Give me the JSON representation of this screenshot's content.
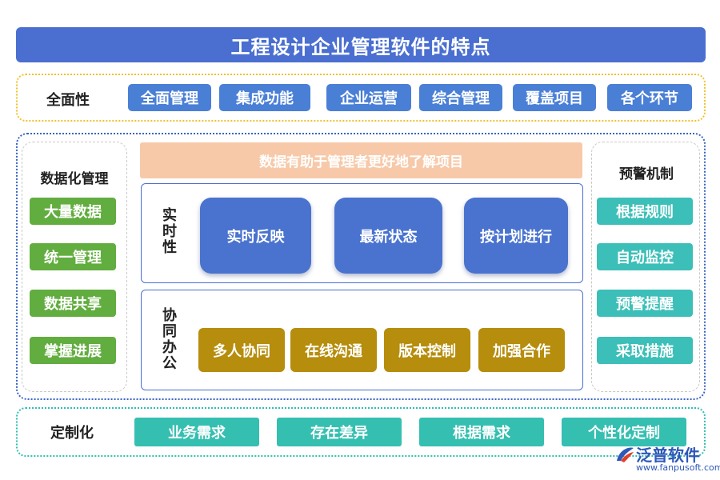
{
  "title": "工程设计企业管理软件的特点",
  "comprehensive": {
    "label": "全面性",
    "items": [
      "全面管理",
      "集成功能",
      "企业运营",
      "综合管理",
      "覆盖项目",
      "各个环节"
    ]
  },
  "digital": {
    "title": "数据化管理",
    "items": [
      "大量数据",
      "统一管理",
      "数据共享",
      "掌握进展"
    ]
  },
  "center": {
    "banner": "数据有助于管理者更好地了解项目",
    "realtime": {
      "label": [
        "实",
        "时",
        "性"
      ],
      "items": [
        "实时反映",
        "最新状态",
        "按计划进行"
      ]
    },
    "collab": {
      "label": [
        "协",
        "同",
        "办",
        "公"
      ],
      "items": [
        "多人协同",
        "在线沟通",
        "版本控制",
        "加强合作"
      ]
    }
  },
  "warning": {
    "title": "预警机制",
    "items": [
      "根据规则",
      "自动监控",
      "预警提醒",
      "采取措施"
    ]
  },
  "custom": {
    "label": "定制化",
    "items": [
      "业务需求",
      "存在差异",
      "根据需求",
      "个性化定制"
    ]
  },
  "brand": {
    "name": "泛普软件",
    "url": "www.fanpusoft.com"
  }
}
